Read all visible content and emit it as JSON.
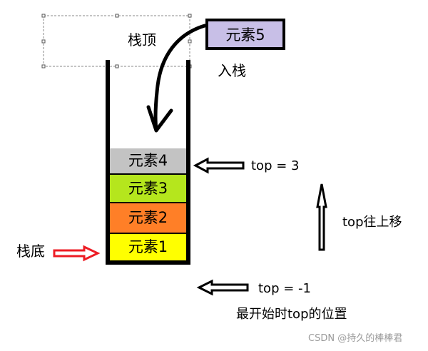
{
  "stack": {
    "elements": [
      {
        "label": "元素1",
        "color": "#ffff00"
      },
      {
        "label": "元素2",
        "color": "#ff7f27"
      },
      {
        "label": "元素3",
        "color": "#b5e61d"
      },
      {
        "label": "元素4",
        "color": "#c3c3c3"
      }
    ],
    "incoming": {
      "label": "元素5",
      "color": "#c8bfe7"
    }
  },
  "labels": {
    "stack_top": "栈顶",
    "stack_bottom": "栈底",
    "push": "入栈",
    "top_current": "top = 3",
    "top_initial": "top = -1",
    "top_move": "top往上移",
    "top_initial_desc": "最开始时top的位置"
  },
  "watermark": "CSDN @持久的棒棒君",
  "colors": {
    "stack_wall": "#000000",
    "red_arrow": "#ed1c24",
    "outline": "#000000"
  }
}
